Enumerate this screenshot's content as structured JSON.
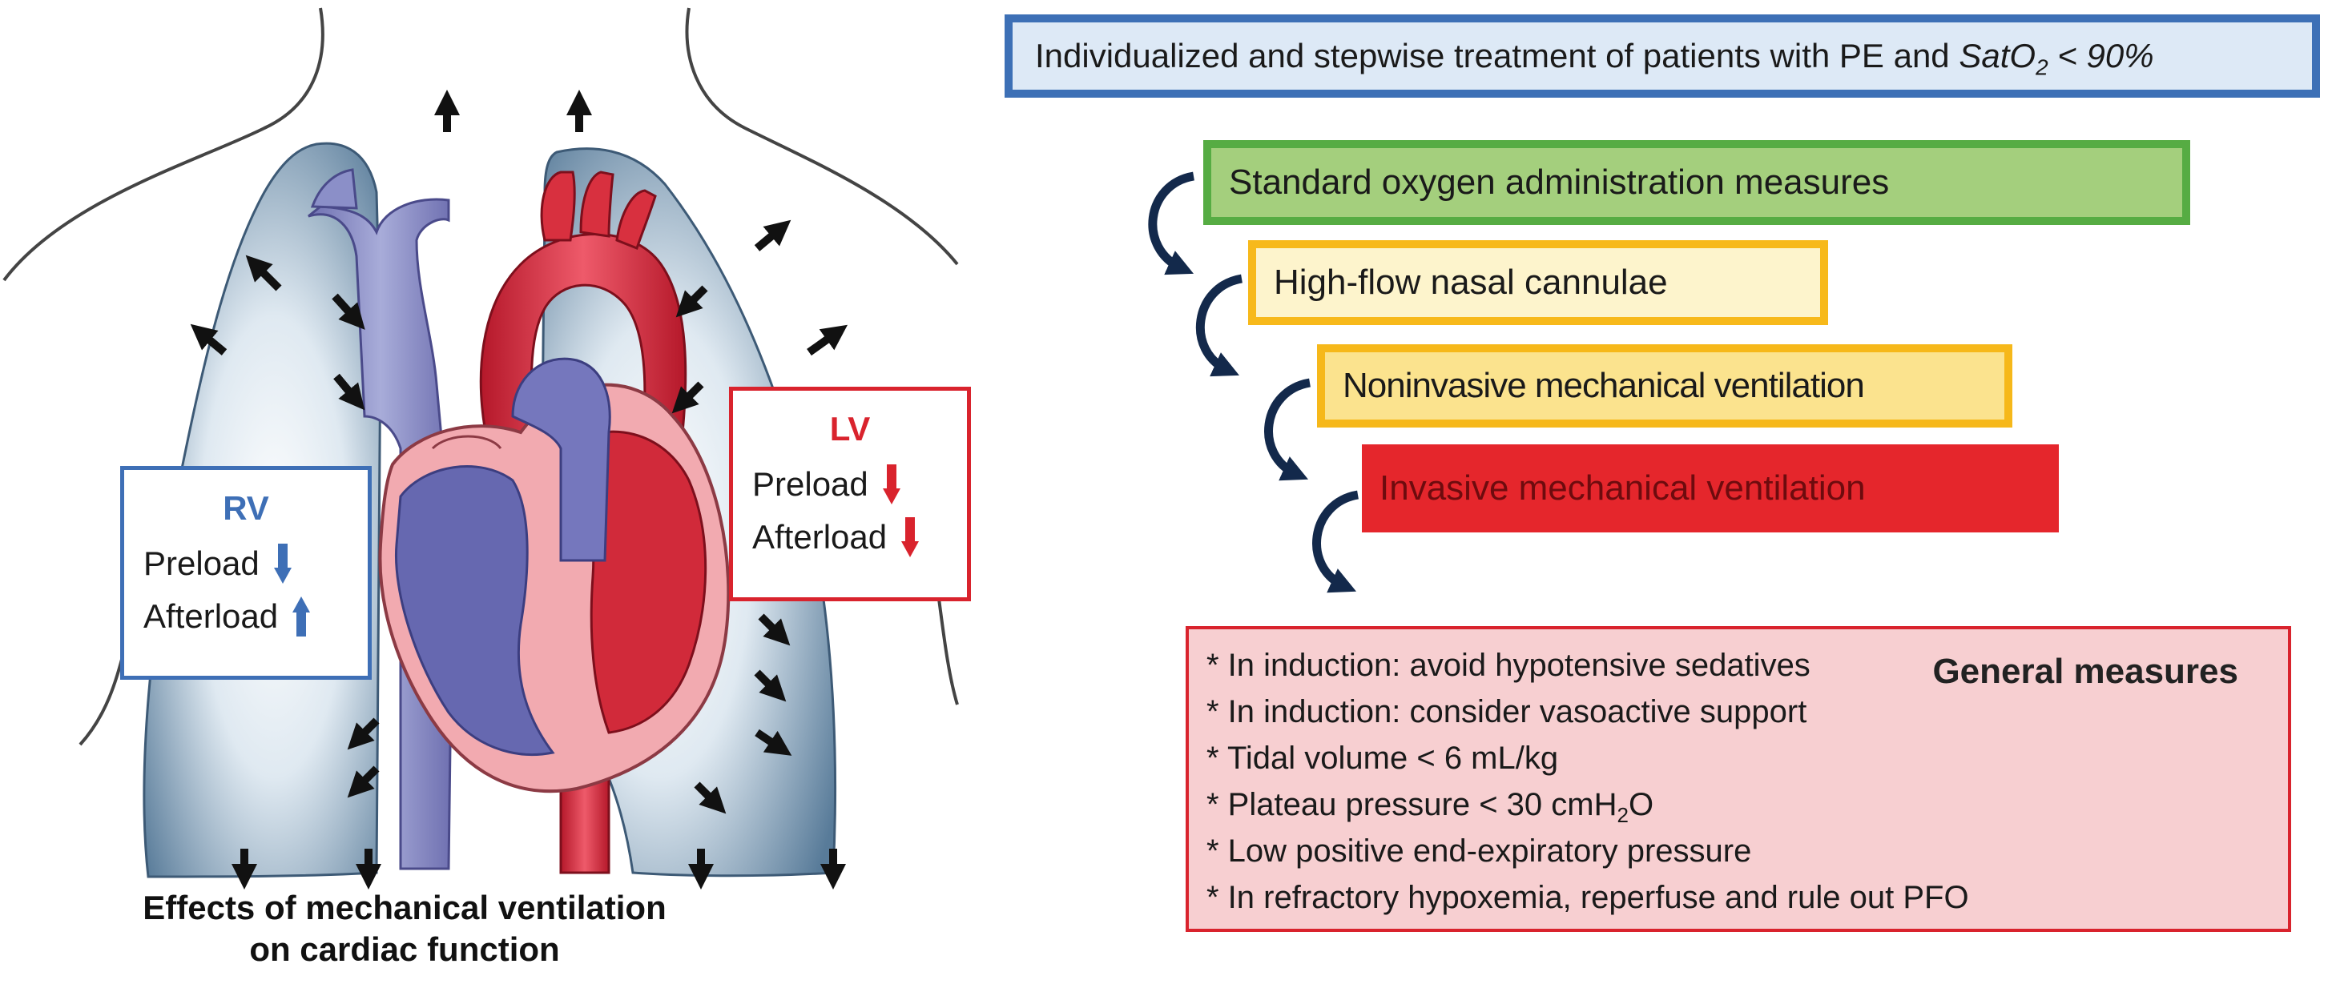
{
  "caption": {
    "line1": "Effects of mechanical ventilation",
    "line2": "on cardiac function"
  },
  "rv": {
    "title": "RV",
    "preload": "Preload",
    "afterload": "Afterload",
    "preload_direction": "down",
    "afterload_direction": "up",
    "color": "#3e6fb6"
  },
  "lv": {
    "title": "LV",
    "preload": "Preload",
    "afterload": "Afterload",
    "preload_direction": "down",
    "afterload_direction": "down",
    "color": "#d9232d"
  },
  "header": {
    "prefix": "Individualized and stepwise treatment of patients with PE and ",
    "condition": "SatO",
    "subscript": "2",
    "suffix": " < 90%"
  },
  "steps": [
    {
      "label": "Standard oxygen administration measures",
      "fill": "#a4cf7d",
      "border": "#56ac43"
    },
    {
      "label": "High-flow nasal cannulae",
      "fill": "#fdf4cc",
      "border": "#f7b91b"
    },
    {
      "label": "Noninvasive mechanical ventilation",
      "fill": "#fbe38e",
      "border": "#f6b81a"
    },
    {
      "label": "Invasive mechanical ventilation",
      "fill": "#e5262c",
      "border": "#e5262c"
    }
  ],
  "general": {
    "title": "General measures",
    "items": [
      "* In induction: avoid hypotensive sedatives",
      "* In induction: consider vasoactive support",
      "* Tidal volume < 6 mL/kg",
      "* Plateau pressure < 30 cmH",
      "* Low positive end-expiratory pressure",
      "* In refractory hypoxemia, reperfuse and rule out PFO"
    ],
    "plateau_sub": "2",
    "plateau_tail": "O"
  }
}
